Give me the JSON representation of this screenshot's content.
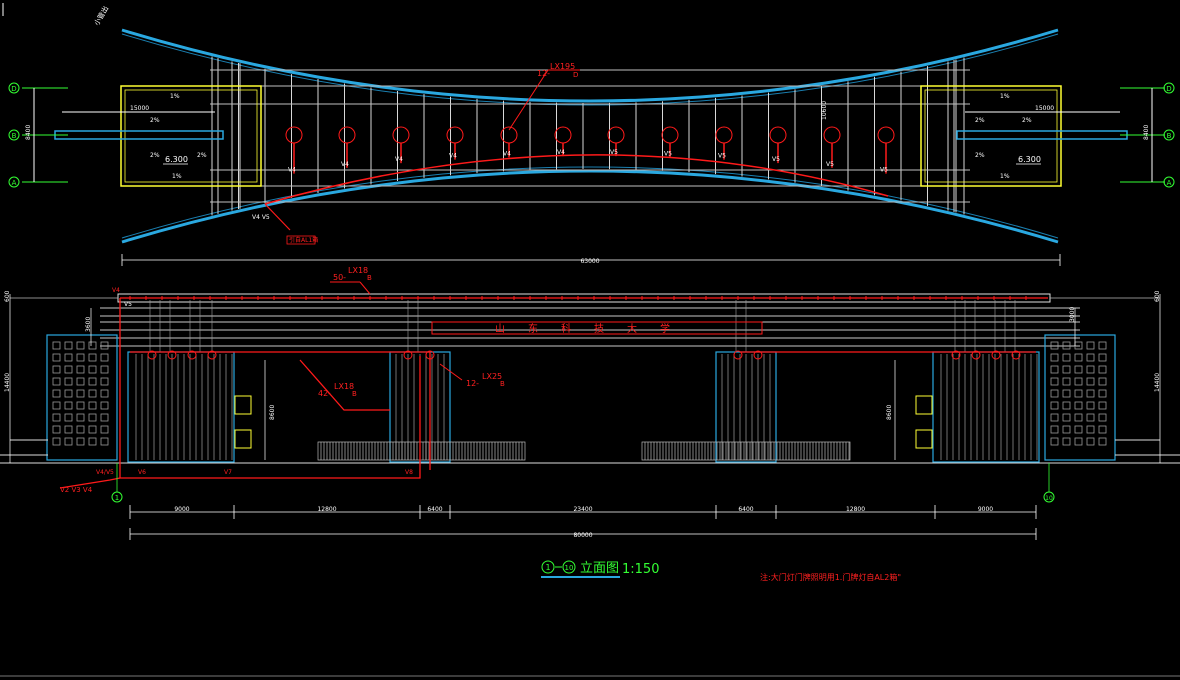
{
  "colors": {
    "background": "#000000",
    "lines": "#ffffff",
    "cyan": "#2aa8e0",
    "red": "#ff1a1a",
    "yellow": "#ffff33",
    "green": "#33ff33",
    "grey": "#b8b8b8"
  },
  "plan": {
    "grid_labels_left": [
      "D",
      "B",
      "A"
    ],
    "grid_labels_right": [
      "D",
      "B",
      "A"
    ],
    "dim_side_left": "8400",
    "dim_side_right": "8400",
    "dim_top_left": "15000",
    "dim_top_right": "15000",
    "dim_inner_center": "10600",
    "dim_total": "63000",
    "slope_top_left": "1%",
    "slope_bottom_left": "1%",
    "slope_mid_left_a": "2%",
    "slope_mid_left_b": "2%",
    "slope_mid_left_c": "2%",
    "slope_top_right": "1%",
    "slope_bottom_right": "1%",
    "slope_mid_right_a": "2%",
    "slope_mid_right_b": "2%",
    "slope_mid_right_c": "2%",
    "elev_left": "6.300",
    "elev_right": "6.300",
    "cable_callout_main": "12-",
    "cable_callout_sub": "LX195",
    "cable_callout_suffix": "D",
    "node_labels": [
      "V4",
      "V4",
      "V4",
      "V4",
      "V4",
      "V4",
      "V5",
      "V5",
      "V5",
      "V5",
      "V5",
      "V5"
    ],
    "pipe_label_left": "V4 V5",
    "pipe_label_box": "引自AL1箱",
    "corner_label": "小管出"
  },
  "elevation": {
    "callout_top_main": "50-",
    "callout_top_sub": "LX18",
    "callout_top_suffix": "B",
    "callout_mid_main": "42-",
    "callout_mid_sub": "LX18",
    "callout_mid_suffix": "B",
    "callout_right_main": "12-",
    "callout_right_sub": "LX25",
    "callout_right_suffix": "B",
    "sign_text": [
      "山",
      "东",
      "科",
      "技",
      "大",
      "学"
    ],
    "dim_heights_left": [
      "600",
      "3600",
      "14400"
    ],
    "dim_heights_right": [
      "600",
      "3000",
      "14400"
    ],
    "dim_inner_left": "8600",
    "dim_inner_right": "8600",
    "dim_segments": [
      "9000",
      "12800",
      "6400",
      "23400",
      "6400",
      "12800",
      "9000"
    ],
    "dim_total": "80000",
    "axis_left": "1",
    "axis_right": "10",
    "node_labels_bottom": [
      "V4/V5",
      "V6",
      "V7",
      "V8"
    ],
    "node_label_left_tag": "V4",
    "node_label_left_tag2": "V5",
    "node_label_bottom_left": "V2 V3 V4"
  },
  "title": {
    "axis_from": "1",
    "axis_to": "10",
    "text": "立面图",
    "scale": "1:150"
  },
  "note": "注:大门灯门牌照明用1.门牌灯自AL2箱\""
}
